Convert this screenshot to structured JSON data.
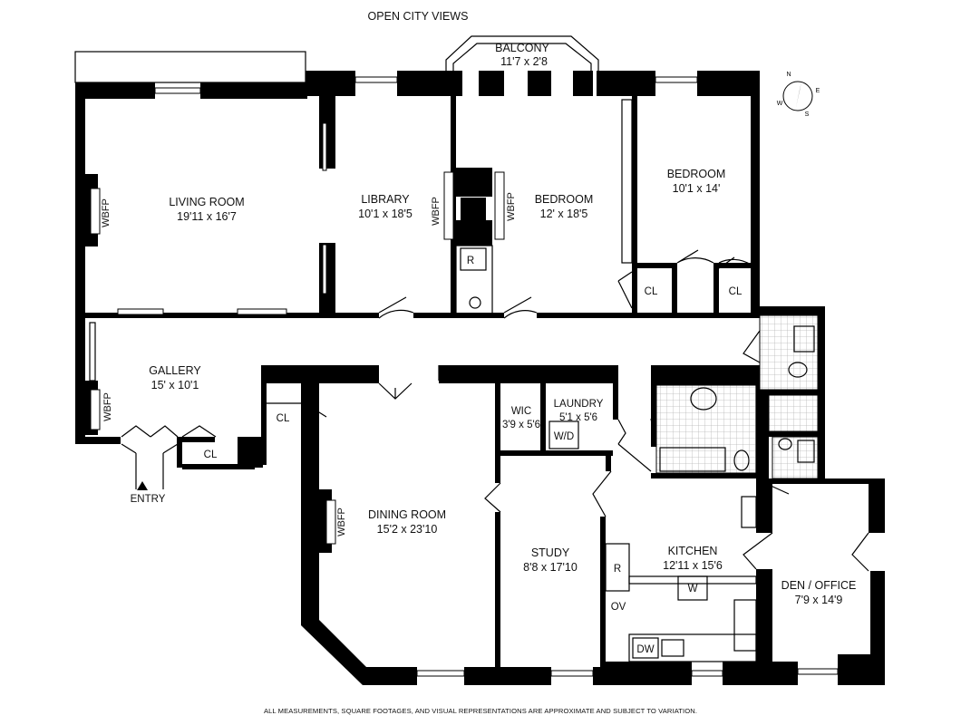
{
  "header": {
    "views_label": "OPEN CITY VIEWS"
  },
  "footer": {
    "disclaimer": "ALL MEASUREMENTS, SQUARE FOOTAGES, AND VISUAL REPRESENTATIONS ARE APPROXIMATE AND SUBJECT TO VARIATION."
  },
  "compass": {
    "north": "N",
    "east": "E",
    "south": "S",
    "west": "W"
  },
  "rooms": {
    "balcony": {
      "name": "BALCONY",
      "dims": "11'7 x 2'8"
    },
    "living_room": {
      "name": "LIVING ROOM",
      "dims": "19'11 x 16'7"
    },
    "library": {
      "name": "LIBRARY",
      "dims": "10'1 x 18'5"
    },
    "bedroom_1": {
      "name": "BEDROOM",
      "dims": "12' x 18'5"
    },
    "bedroom_2": {
      "name": "BEDROOM",
      "dims": "10'1 x 14'"
    },
    "gallery": {
      "name": "GALLERY",
      "dims": "15' x 10'1"
    },
    "wic": {
      "name": "WIC",
      "dims": "3'9 x 5'6"
    },
    "laundry": {
      "name": "LAUNDRY",
      "dims": "5'1 x 5'6"
    },
    "dining_room": {
      "name": "DINING ROOM",
      "dims": "15'2 x 23'10"
    },
    "study": {
      "name": "STUDY",
      "dims": "8'8 x 17'10"
    },
    "kitchen": {
      "name": "KITCHEN",
      "dims": "12'11 x 15'6"
    },
    "den_office": {
      "name": "DEN / OFFICE",
      "dims": "7'9 x 14'9"
    }
  },
  "labels": {
    "wbfp": "WBFP",
    "closet": "CL",
    "entry": "ENTRY",
    "refrigerator": "R",
    "washer_dryer": "W/D",
    "oven": "OV",
    "dishwasher": "DW",
    "wine": "W"
  }
}
